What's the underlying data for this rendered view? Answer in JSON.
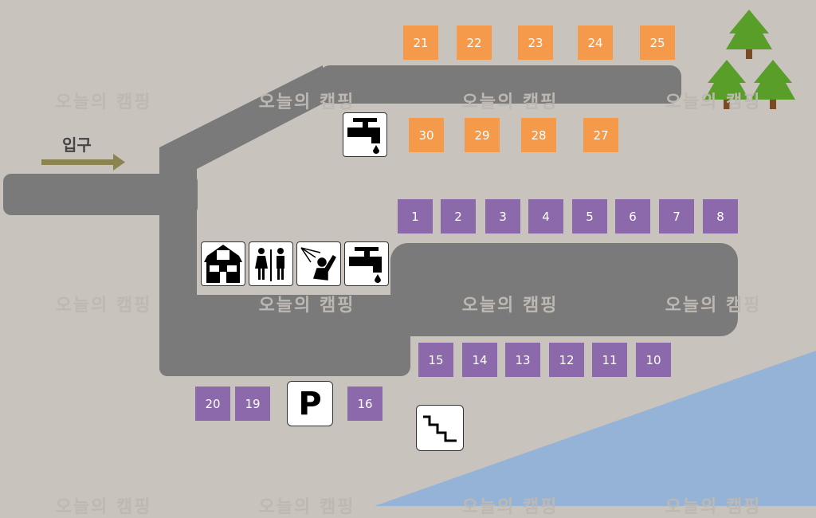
{
  "entrance_label": "입구",
  "watermark": "오늘의 캠핑",
  "orange_sites": [
    {
      "label": "21"
    },
    {
      "label": "22"
    },
    {
      "label": "23"
    },
    {
      "label": "24"
    },
    {
      "label": "25"
    },
    {
      "label": "30"
    },
    {
      "label": "29"
    },
    {
      "label": "28"
    },
    {
      "label": "27"
    }
  ],
  "purple_sites": [
    {
      "label": "1"
    },
    {
      "label": "2"
    },
    {
      "label": "3"
    },
    {
      "label": "4"
    },
    {
      "label": "5"
    },
    {
      "label": "6"
    },
    {
      "label": "7"
    },
    {
      "label": "8"
    },
    {
      "label": "15"
    },
    {
      "label": "14"
    },
    {
      "label": "13"
    },
    {
      "label": "12"
    },
    {
      "label": "11"
    },
    {
      "label": "10"
    },
    {
      "label": "20"
    },
    {
      "label": "19"
    },
    {
      "label": "16"
    }
  ],
  "parking_label": "P",
  "colors": {
    "road": "#7a7a7a",
    "orange": "#f5994a",
    "purple": "#8b69aa",
    "water": "#95b3d7",
    "tree": "#5a9e2a"
  }
}
